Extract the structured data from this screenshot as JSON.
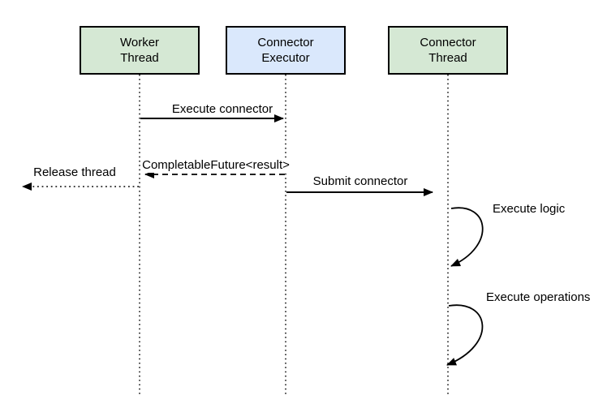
{
  "diagram": {
    "type": "sequence-diagram",
    "background": "#ffffff",
    "line_color": "#000000",
    "text_color": "#000000",
    "actors": [
      {
        "id": "worker-thread",
        "label": "Worker\nThread",
        "fill": "#d5e8d4",
        "border": "#000000"
      },
      {
        "id": "connector-executor",
        "label": "Connector\nExecutor",
        "fill": "#dae8fc",
        "border": "#000000"
      },
      {
        "id": "connector-thread",
        "label": "Connector\nThread",
        "fill": "#d5e8d4",
        "border": "#000000"
      }
    ],
    "messages": [
      {
        "label": "Execute connector",
        "from": "Worker Thread",
        "to": "Connector Executor",
        "line": "solid"
      },
      {
        "label": "CompletableFuture<result>",
        "from": "Connector Executor",
        "to": "Worker Thread",
        "line": "dashed"
      },
      {
        "label": "Release thread",
        "from": "Worker Thread",
        "to": "left-edge",
        "line": "dotted"
      },
      {
        "label": "Submit connector",
        "from": "Connector Executor",
        "to": "Connector Thread",
        "line": "solid"
      },
      {
        "label": "Execute logic",
        "from": "Connector Thread",
        "to": "Connector Thread",
        "line": "self-loop"
      },
      {
        "label": "Execute operations",
        "from": "Connector Thread",
        "to": "Connector Thread",
        "line": "self-loop"
      }
    ]
  }
}
